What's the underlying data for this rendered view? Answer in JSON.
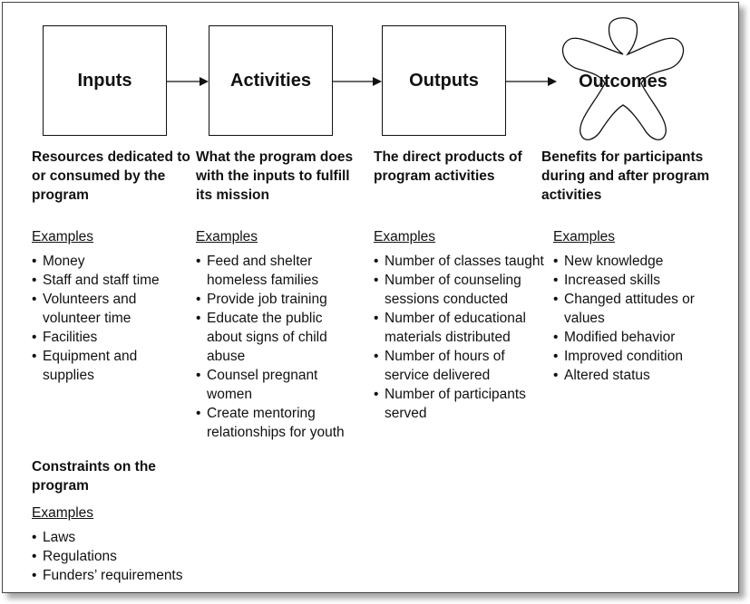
{
  "stages": [
    {
      "title": "Inputs",
      "description": "Resources dedicated to or consumed by the program",
      "examples_label": "Examples",
      "examples": [
        "Money",
        "Staff and staff time",
        "Volunteers and volunteer time",
        "Facilities",
        "Equipment and supplies"
      ]
    },
    {
      "title": "Activities",
      "description": "What the program does with the inputs to fulfill its mission",
      "examples_label": "Examples",
      "examples": [
        "Feed and shelter homeless families",
        "Provide job training",
        "Educate the public about signs of child abuse",
        "Counsel pregnant women",
        "Create mentoring relationships for youth"
      ]
    },
    {
      "title": "Outputs",
      "description": "The direct products of program activities",
      "examples_label": "Examples",
      "examples": [
        "Number of classes taught",
        "Number of counseling sessions conducted",
        "Number of educational materials distributed",
        "Number of hours of service delivered",
        "Number of participants served"
      ]
    },
    {
      "title": "Outcomes",
      "description": "Benefits for participants during and after program activities",
      "examples_label": "Examples",
      "examples": [
        "New knowledge",
        "Increased skills",
        "Changed attitudes or values",
        "Modified behavior",
        "Improved condition",
        "Altered status"
      ]
    }
  ],
  "constraints": {
    "title": "Constraints on the program",
    "examples_label": "Examples",
    "examples": [
      "Laws",
      "Regulations",
      "Funders’ requirements"
    ]
  }
}
